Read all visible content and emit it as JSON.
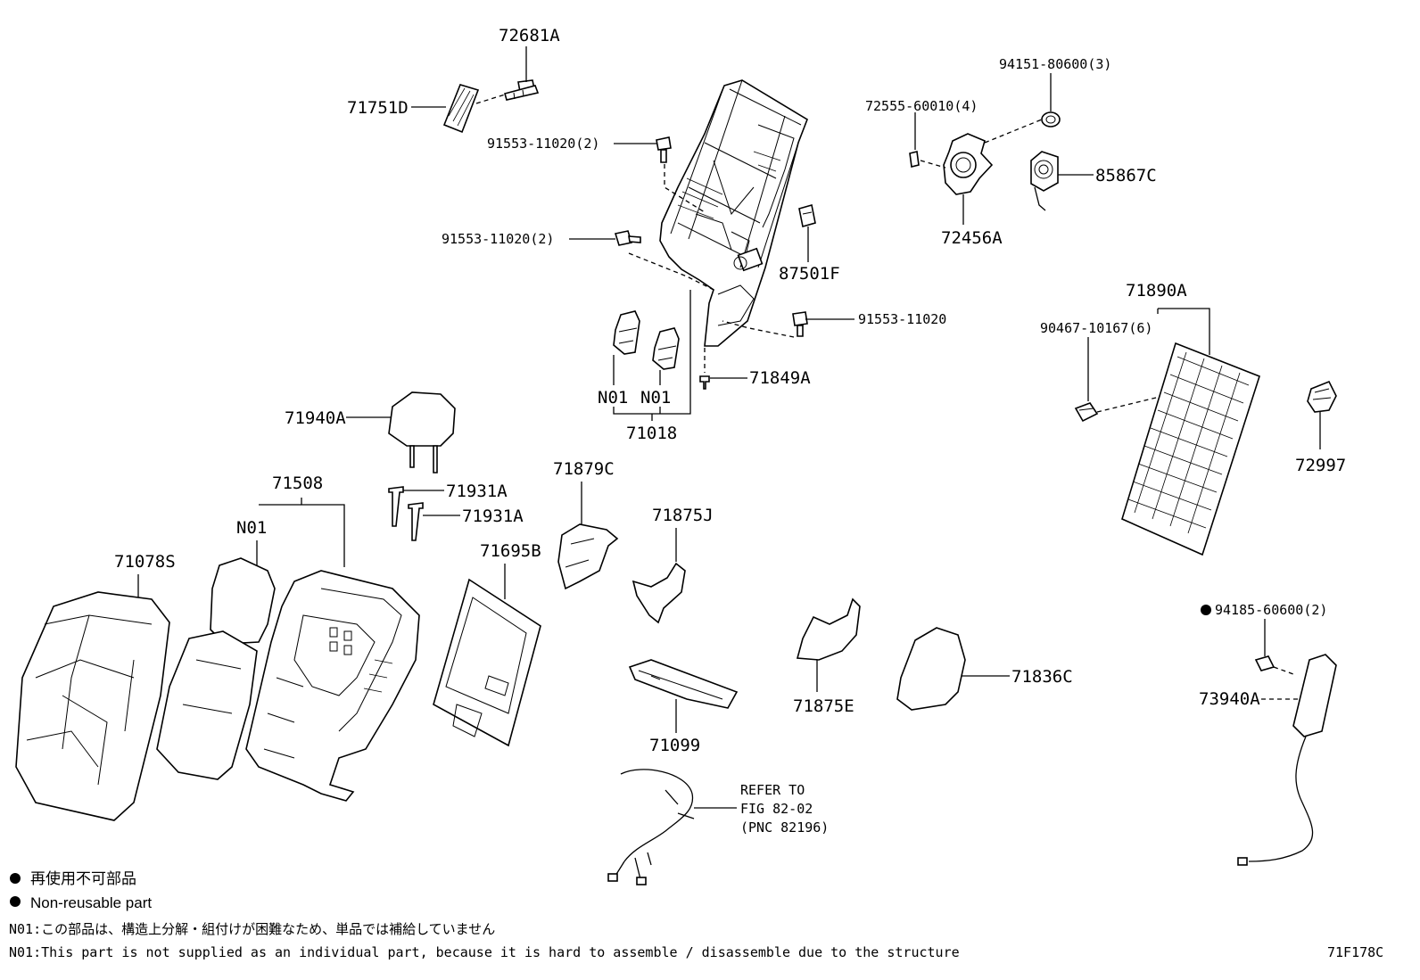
{
  "parts": {
    "p72681A": "72681A",
    "p71751D": "71751D",
    "p91553_a": "91553-11020(2)",
    "p91553_b": "91553-11020(2)",
    "p72555": "72555-60010(4)",
    "p94151": "94151-80600(3)",
    "p85867C": "85867C",
    "p72456A": "72456A",
    "p87501F": "87501F",
    "p91553_c": "91553-11020",
    "p71890A": "71890A",
    "p90467": "90467-10167(6)",
    "pN01_a": "N01",
    "pN01_b": "N01",
    "p71849A": "71849A",
    "p71018": "71018",
    "p71940A": "71940A",
    "p71508": "71508",
    "pN01_c": "N01",
    "p71931A_a": "71931A",
    "p71931A_b": "71931A",
    "p71879C": "71879C",
    "p71875J": "71875J",
    "p72997": "72997",
    "p71078S": "71078S",
    "p71695B": "71695B",
    "p94185": "94185-60600(2)",
    "p73940A": "73940A",
    "p71875E": "71875E",
    "p71836C": "71836C",
    "p71099": "71099",
    "refer_1": "REFER TO",
    "refer_2": "FIG 82-02",
    "refer_3": "(PNC 82196)"
  },
  "legend": {
    "jp": "再使用不可部品",
    "en": "Non-reusable part"
  },
  "notes": {
    "jp": "N01:この部品は、構造上分解・組付けが困難なため、単品では補給していません",
    "en": "N01:This part is not supplied as an individual part, because it is hard to assemble / disassemble due to the structure"
  },
  "figure_code": "71F178C"
}
